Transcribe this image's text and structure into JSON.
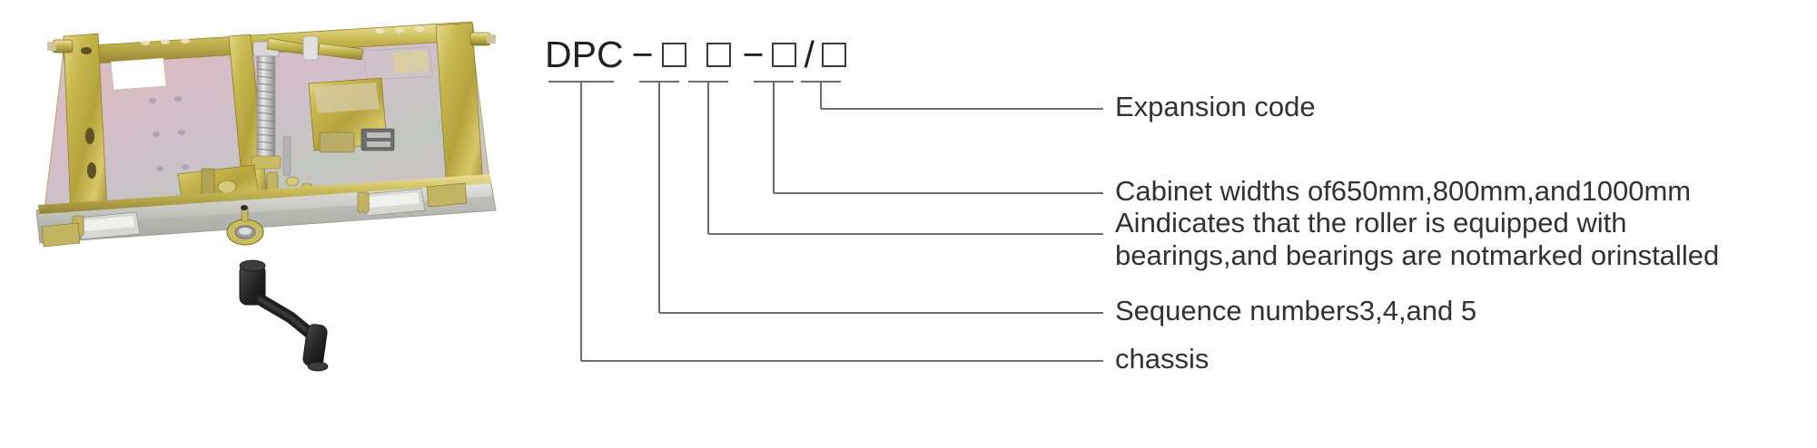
{
  "page": {
    "background": "#ffffff",
    "ink": "#231f20",
    "label_color": "#333132",
    "leader_color": "#6d6e71"
  },
  "photo": {
    "name": "circuit-breaker-chassis-photo",
    "alt": "Withdrawable circuit breaker chassis, zinc plated yellow passivated steel frame with spring mechanism, shown with black crank handle below",
    "colors": {
      "frame_gold": "#c9b84e",
      "frame_gold_light": "#ddd06a",
      "frame_gold_dark": "#9a8b33",
      "panel_pink": "#d9bcc4",
      "panel_violet": "#c3b6cf",
      "panel_teal": "#bccbbf",
      "rail_grey": "#c8c9c3",
      "handle_black": "#2b2b2b",
      "spring_silver": "#c6c6c6"
    }
  },
  "code": {
    "prefix": "DPC",
    "dash1": "−",
    "dash2": "−",
    "slash": "/",
    "boxes": [
      "",
      "",
      "",
      ""
    ],
    "segments": [
      {
        "id": "chassis",
        "order": 1,
        "label_key": "chassis"
      },
      {
        "id": "sequence",
        "order": 2,
        "label_key": "sequence"
      },
      {
        "id": "bearing",
        "order": 3,
        "label_key": "bearing"
      },
      {
        "id": "width",
        "order": 4,
        "label_key": "width"
      },
      {
        "id": "expansion",
        "order": 5,
        "label_key": "expansion"
      }
    ]
  },
  "labels": {
    "expansion": "Expansion code",
    "width": "Cabinet widths of650mm,800mm,and1000mm",
    "bearing_line1": "Aindicates that the roller is equipped with",
    "bearing_line2": "bearings,and bearings are notmarked orinstalled",
    "sequence": "Sequence numbers3,4,and 5",
    "chassis": "chassis"
  }
}
